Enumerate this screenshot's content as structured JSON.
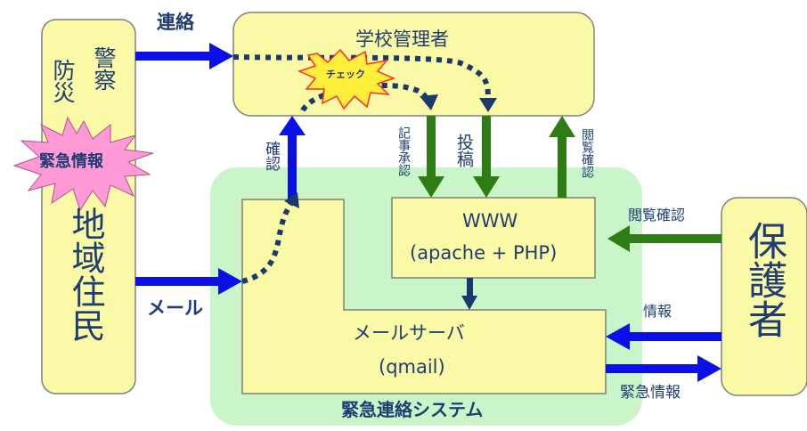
{
  "colors": {
    "box_fill": "#fafaa6",
    "box_stroke": "#808080",
    "system_bg": "#c9f5c9",
    "arrow_blue": "#0a10e6",
    "arrow_green": "#2e7d14",
    "arrow_navy": "#1a3a6e",
    "dotted_navy": "#1a3a6e",
    "label_navy": "#1f3d73",
    "starburst": "#ff9ad6",
    "check_burst": "#ffef3a",
    "check_stroke": "#ff2a2a"
  },
  "diagram": {
    "school_admin": "学校管理者",
    "police_fire": [
      "防",
      "災",
      "警",
      "察"
    ],
    "emergency_badge": "緊急情報",
    "residents": "地域住民",
    "guardians": "保護者",
    "www_line1": "WWW",
    "www_line2": "(apache + PHP)",
    "mail_line1": "メールサーバ",
    "mail_line2": "(qmail)",
    "system_caption": "緊急連絡システム",
    "check_badge": "チェック"
  },
  "labels": {
    "contact": "連絡",
    "mail": "メール",
    "confirm": "確認",
    "article_approval": "記事承認",
    "post": "投稿",
    "view_confirm_v": "閲覧確認",
    "view_confirm_h": "閲覧確認",
    "info": "情報",
    "emergency_info": "緊急情報"
  }
}
